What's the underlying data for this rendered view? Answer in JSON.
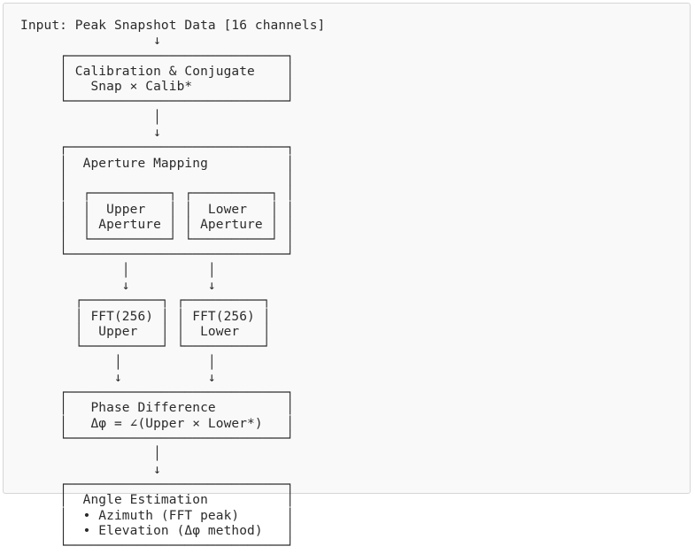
{
  "diagram": {
    "lines": [
      "Input: Peak Snapshot Data [16 channels]",
      "                 ↓",
      "     ┌────────────────────────────┐",
      "     │ Calibration & Conjugate    │",
      "     │   Snap × Calib*            │",
      "     └────────────────────────────┘",
      "                 │",
      "                 ↓",
      "     ┌────────────────────────────┐",
      "     │  Aperture Mapping          │",
      "     │                            │",
      "     │  ┌──────────┐ ┌──────────┐ │",
      "     │  │  Upper   │ │  Lower   │ │",
      "     │  │ Aperture │ │ Aperture │ │",
      "     │  └──────────┘ └──────────┘ │",
      "     └────────────────────────────┘",
      "             │          │",
      "             ↓          ↓",
      "       ┌──────────┐ ┌──────────┐",
      "       │ FFT(256) │ │ FFT(256) │",
      "       │  Upper   │ │  Lower   │",
      "       └──────────┘ └──────────┘",
      "            │           │",
      "            ↓           ↓",
      "     ┌────────────────────────────┐",
      "     │   Phase Difference         │",
      "     │   Δφ = ∠(Upper × Lower*)   │",
      "     └────────────────────────────┘",
      "                 │",
      "                 ↓",
      "     ┌────────────────────────────┐",
      "     │  Angle Estimation          │",
      "     │  • Azimuth (FFT peak)      │",
      "     │  • Elevation (Δφ method)   │",
      "     └────────────────────────────┘"
    ]
  }
}
